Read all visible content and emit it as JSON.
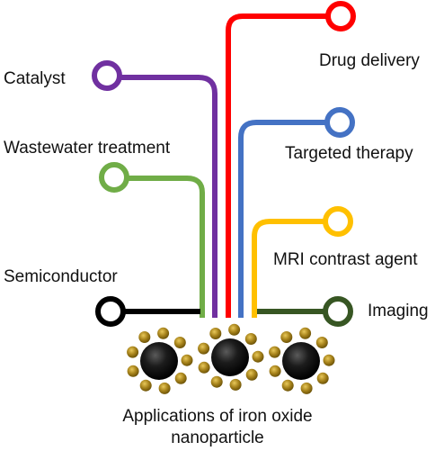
{
  "applications": {
    "drug_delivery": {
      "label": "Drug delivery",
      "color": "#ff0000"
    },
    "catalyst": {
      "label": "Catalyst",
      "color": "#7030a0"
    },
    "targeted_therapy": {
      "label": "Targeted therapy",
      "color": "#4472c4"
    },
    "wastewater_treatment": {
      "label": "Wastewater treatment",
      "color": "#70ad47"
    },
    "mri_contrast_agent": {
      "label": "MRI contrast agent",
      "color": "#ffc000"
    },
    "semiconductor": {
      "label": "Semiconductor",
      "color": "#000000"
    },
    "imaging": {
      "label": "Imaging",
      "color": "#375623"
    }
  },
  "caption": {
    "line1": "Applications of iron oxide",
    "line2": "nanoparticle"
  },
  "nanoparticle": {
    "core_color": "#1a1a1a",
    "shell_color": "#b8860b"
  }
}
